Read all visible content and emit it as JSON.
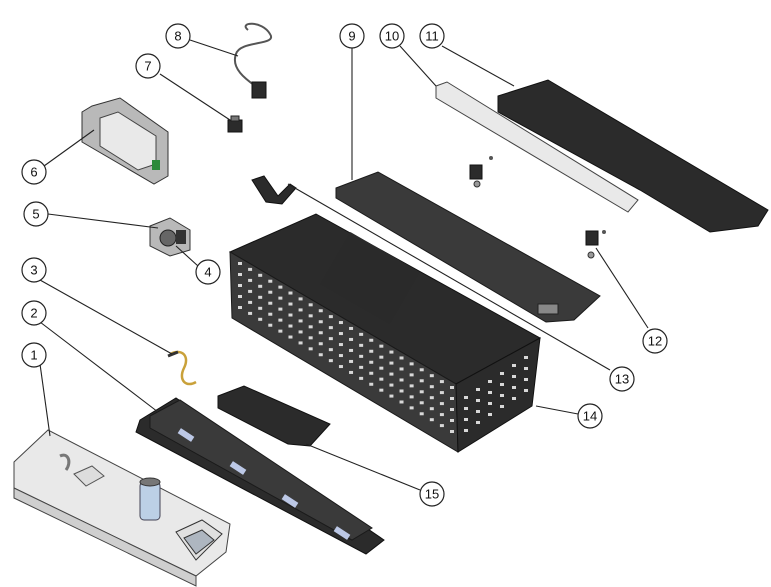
{
  "callouts": [
    {
      "id": "c1",
      "label": "1"
    },
    {
      "id": "c2",
      "label": "2"
    },
    {
      "id": "c3",
      "label": "3"
    },
    {
      "id": "c4",
      "label": "4"
    },
    {
      "id": "c5",
      "label": "5"
    },
    {
      "id": "c6",
      "label": "6"
    },
    {
      "id": "c7",
      "label": "7"
    },
    {
      "id": "c8",
      "label": "8"
    },
    {
      "id": "c9",
      "label": "9"
    },
    {
      "id": "c10",
      "label": "10"
    },
    {
      "id": "c11",
      "label": "11"
    },
    {
      "id": "c12",
      "label": "12"
    },
    {
      "id": "c13",
      "label": "13"
    },
    {
      "id": "c14",
      "label": "14"
    },
    {
      "id": "c15",
      "label": "15"
    }
  ],
  "colors": {
    "outline": "#222222",
    "dark_part": "#3a3a3a",
    "light_part": "#e9e9e9"
  }
}
